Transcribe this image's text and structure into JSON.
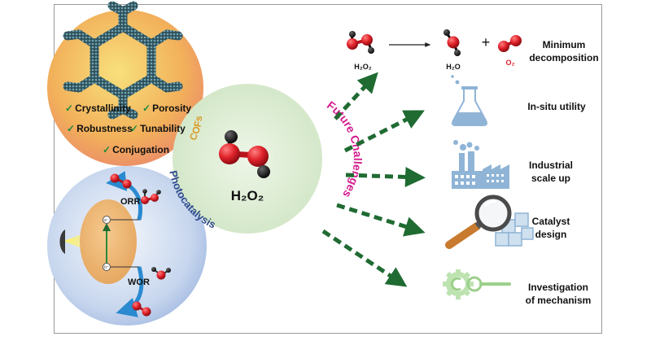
{
  "reaction": {
    "reactant": "H₂O₂",
    "product_water": "H₂O",
    "plus": "+",
    "product_oxygen": "O₂"
  },
  "cofs": {
    "label": "COFs",
    "properties": [
      "Crystallinity",
      "Porosity",
      "Robustness",
      "Tunability",
      "Conjugation"
    ],
    "check_mark": "✓"
  },
  "photocatalysis": {
    "label": "Photocatalysis",
    "orr": "ORR",
    "wor": "WOR",
    "electron": "e⁻",
    "hole": "h⁺"
  },
  "center": {
    "molecule_label": "H₂O₂",
    "arc_label": "Future Challenges"
  },
  "challenges": [
    {
      "line1": "Minimum",
      "line2": "decomposition",
      "icon": "reaction-scheme"
    },
    {
      "line1": "In-situ utility",
      "line2": "",
      "icon": "flask-icon"
    },
    {
      "line1": "Industrial",
      "line2": "scale up",
      "icon": "factory-icon"
    },
    {
      "line1": "Catalyst",
      "line2": "design",
      "icon": "magnifier-icon"
    },
    {
      "line1": "Investigation",
      "line2": "of mechanism",
      "icon": "gear-co-icon"
    }
  ],
  "colors": {
    "cofs_circle": "#f3c98a",
    "photo_circle": "#c9d8ef",
    "center_circle": "#dcebd2",
    "arrow": "#1f6b32",
    "oxygen": "#d6202a",
    "hydrogen": "#1a1a1a",
    "challenge_text": "#d41c8e",
    "photocat_text": "#2e4a8c",
    "cofs_text": "#d99a2a",
    "icon_blue": "#8fb4d6",
    "icon_green": "#9bcf8a",
    "check": "#1f8a3a"
  }
}
